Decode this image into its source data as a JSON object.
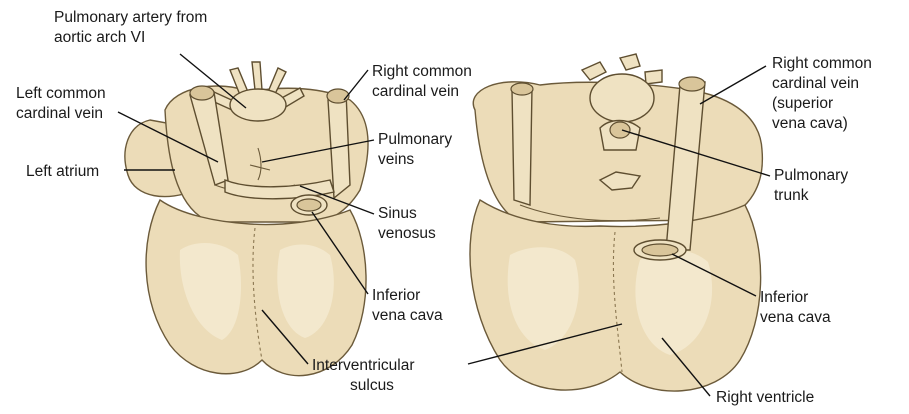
{
  "labels": {
    "pulmonary_artery": [
      "Pulmonary artery from",
      "aortic arch VI"
    ],
    "left_common_cardinal_vein": [
      "Left common",
      "cardinal vein"
    ],
    "left_atrium": [
      "Left atrium"
    ],
    "right_common_cardinal_vein_left": [
      "Right common",
      "cardinal vein"
    ],
    "pulmonary_veins": [
      "Pulmonary",
      "veins"
    ],
    "sinus_venosus": [
      "Sinus",
      "venosus"
    ],
    "inferior_vena_cava_left": [
      "Inferior",
      "vena cava"
    ],
    "interventricular_sulcus": [
      "Interventricular",
      "sulcus"
    ],
    "right_common_cardinal_vein_right": [
      "Right common",
      "cardinal vein",
      "(superior",
      "vena cava)"
    ],
    "pulmonary_trunk": [
      "Pulmonary",
      "trunk"
    ],
    "inferior_vena_cava_right": [
      "Inferior",
      "vena cava"
    ],
    "right_ventricle": [
      "Right ventricle"
    ]
  },
  "colors": {
    "tissue": "#ecdcb8",
    "tissue_outline": "#6b5a3a",
    "leader_line": "#111111",
    "label_text": "#1a1a1a"
  }
}
